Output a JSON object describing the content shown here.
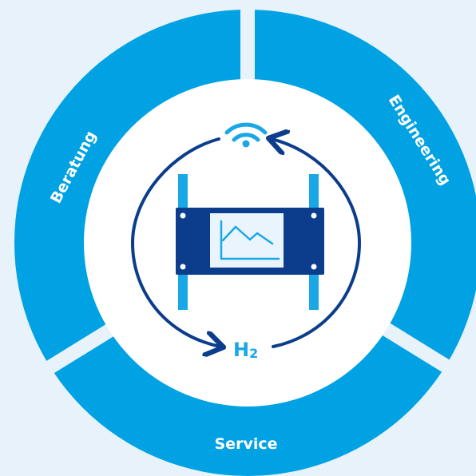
{
  "colors": {
    "background": "#e8f2fb",
    "ring": "#00a2e3",
    "dark_blue": "#0b3d8c",
    "light_blue": "#19a7e6",
    "white": "#ffffff"
  },
  "ring": {
    "segments": [
      {
        "id": "beratung",
        "label": "Beratung"
      },
      {
        "id": "engineering",
        "label": "Engineering"
      },
      {
        "id": "service",
        "label": "Service"
      }
    ]
  },
  "center": {
    "wifi_icon": "wifi-icon",
    "formula": "H",
    "subscript": "2",
    "device_icon": "rack-display-icon",
    "chart_icon": "line-chart-icon"
  }
}
